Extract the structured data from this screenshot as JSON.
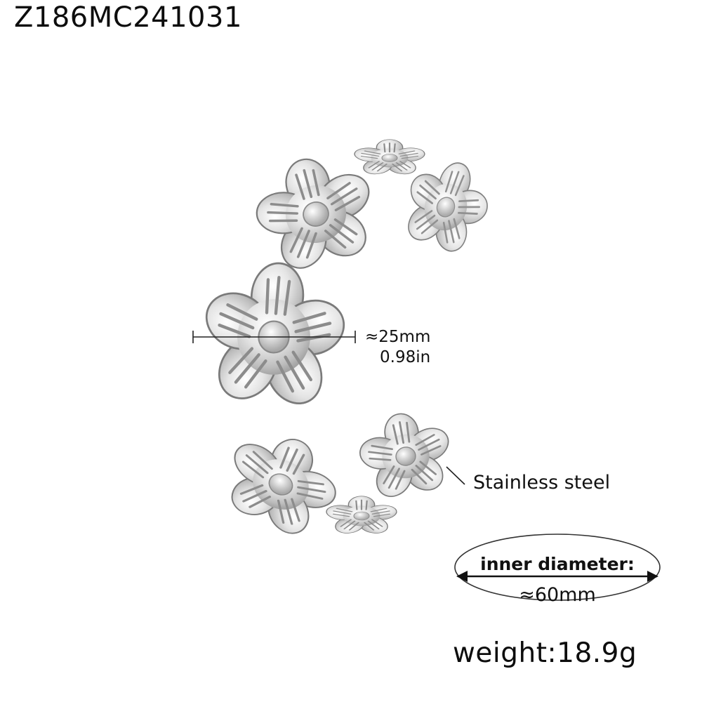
{
  "product": {
    "sku": "Z186MC241031",
    "flower_width": {
      "metric": "≈25mm",
      "imperial": "0.98in"
    },
    "material_callout": "Stainless steel",
    "inner_diameter": {
      "label": "inner diameter:",
      "value": "≈60mm"
    },
    "weight": "weight:18.9g"
  },
  "colors": {
    "background": "#ffffff",
    "text": "#111111",
    "metal_light": "#f2f2f2",
    "metal_mid": "#c9c9c9",
    "metal_dark": "#8a8a8a"
  }
}
